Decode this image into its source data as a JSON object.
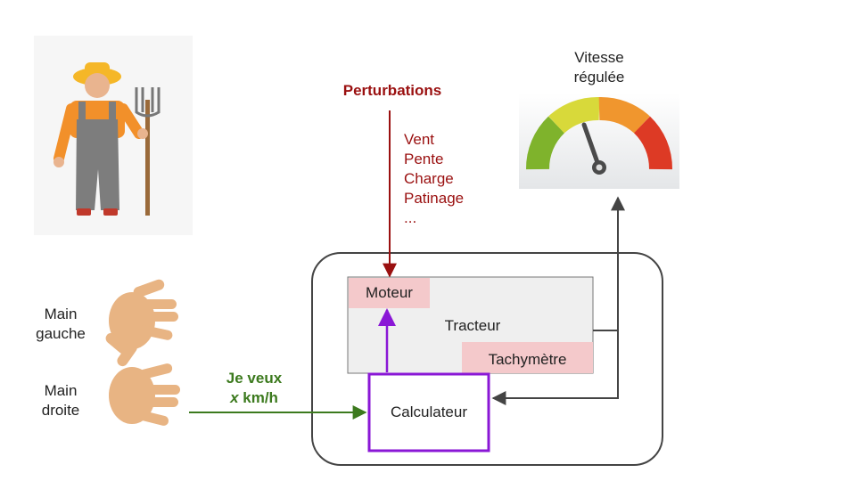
{
  "perturbations": {
    "title": "Perturbations",
    "items": [
      "Vent",
      "Pente",
      "Charge",
      "Patinage",
      "..."
    ]
  },
  "speed": {
    "label_line1": "Vitesse",
    "label_line2": "régulée"
  },
  "hands": {
    "left_line1": "Main",
    "left_line2": "gauche",
    "right_line1": "Main",
    "right_line2": "droite"
  },
  "command": {
    "line1": "Je veux",
    "var": "x",
    "unit": " km/h"
  },
  "system": {
    "motor": "Moteur",
    "tractor": "Tracteur",
    "tachometer": "Tachymètre",
    "calculator": "Calculateur"
  },
  "colors": {
    "perturbation": "#9a1010",
    "command": "#3c7a1e",
    "calculator": "#8a17d6",
    "highlight": "#f4c9cb",
    "tractor_fill": "#efefef",
    "arrow": "#444444"
  }
}
